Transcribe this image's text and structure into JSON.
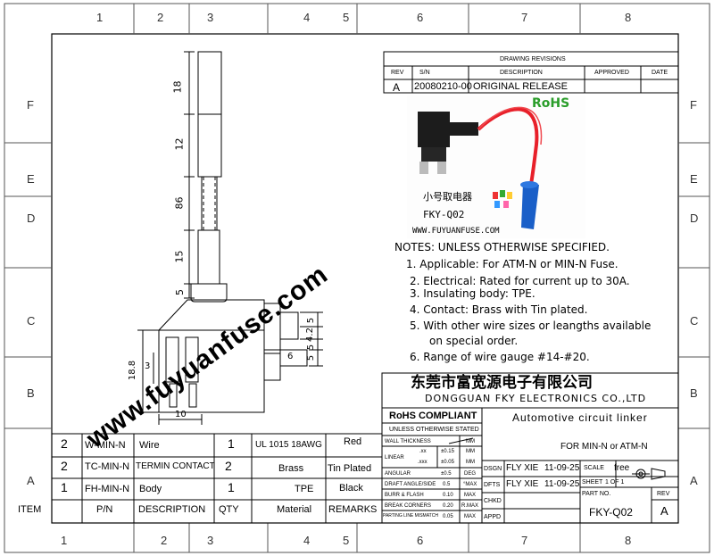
{
  "zones": {
    "columns": [
      "1",
      "2",
      "3",
      "4",
      "5",
      "6",
      "7",
      "8"
    ],
    "rows_left": [
      "F",
      "E",
      "D",
      "C",
      "B",
      "A"
    ],
    "rows_right": [
      "F",
      "E",
      "D",
      "C",
      "B",
      "A"
    ]
  },
  "revisions": {
    "title": "DRAWING REVISIONS",
    "headers": [
      "REV",
      "S/N",
      "DESCRIPTION",
      "APPROVED",
      "DATE"
    ],
    "row": {
      "rev": "A",
      "sn": "20080210-00",
      "description": "ORIGINAL RELEASE",
      "approved": "",
      "date": ""
    }
  },
  "photo": {
    "rohs": "RoHS",
    "cn_label": "小号取电器",
    "model": "FKY-Q02",
    "url": "WWW.FUYUANFUSE.COM"
  },
  "notes": {
    "heading": "NOTES: UNLESS OTHERWISE SPECIFIED.",
    "items": [
      "1.  Applicable: For ATM-N or MIN-N Fuse.",
      "2. Electrical: Rated for current up to 30A.",
      "3. Insulating body: TPE.",
      "4. Contact: Brass with Tin plated.",
      "5. With other wire sizes or leangths available",
      "on special order.",
      "6. Range of wire gauge #14-#20."
    ]
  },
  "drawing": {
    "watermark": "www.fuyuanfuse.com",
    "dims_vertical": [
      "18",
      "12",
      "86",
      "15",
      "5"
    ],
    "dims_right": [
      "5",
      "4.2",
      "5",
      "5"
    ],
    "dim_6": "6",
    "dim_18_8": "18.8",
    "dim_3": "3",
    "dim_10": "10"
  },
  "company": {
    "name_cn": "东莞市富宽源电子有限公司",
    "name_en": "DONGGUAN FKY ELECTRONICS CO.,LTD"
  },
  "title_block": {
    "rohs": "RoHS COMPLIANT",
    "unless": "UNLESS OTHERWISE STATED",
    "product": "Automotive circuit linker",
    "for": "FOR MIN-N or ATM-N",
    "tol": {
      "wall": "WALL THICKNESS",
      "wall_mm": "MM",
      "linear": "LINEAR",
      "xx": ".xx",
      "xx_v": "±0.15",
      "xx_u": "MM",
      "xxx": ".xxx",
      "xxx_v": "±0.05",
      "xxx_u": "MM",
      "angular": "ANGULAR",
      "ang_v": "±0.5",
      "ang_u": "DEG",
      "draft": "DRAFT ANGLE/SIDE",
      "draft_v": "0.5",
      "draft_u": "°MAX",
      "burr": "BURR & FLASH",
      "burr_v": "0.10",
      "burr_u": "MAX",
      "break": "BREAK  CORNERS",
      "break_v": "0.20",
      "break_u": "R.MAX",
      "parting": "PARTING LINE MISMATCH",
      "parting_v": "0.05",
      "parting_u": "MAX"
    },
    "dsgn": "DSGN",
    "dsgn_name": "FLY XIE",
    "dsgn_date": "11-09-25",
    "dfts": "DFTS",
    "dfts_name": "FLY XIE",
    "dfts_date": "11-09-25",
    "chkd": "CHKD",
    "appd": "APPD",
    "scale": "SCALE",
    "scale_v": "free",
    "sheet": "SHEET",
    "sheet_v": "1 OF 1",
    "part_no": "PART NO.",
    "part_no_v": "FKY-Q02",
    "rev": "REV",
    "rev_v": "A"
  },
  "bom": {
    "headers": {
      "item": "ITEM",
      "pn": "P/N",
      "desc": "DESCRIPTION",
      "qty": "QTY",
      "material": "Material",
      "remarks": "REMARKS"
    },
    "rows": [
      {
        "item": "2",
        "pn": "W-MIN-N",
        "desc": "Wire",
        "qty": "1",
        "material": "UL 1015 18AWG",
        "remarks": "Red"
      },
      {
        "item": "2",
        "pn": "TC-MIN-N",
        "desc": "TERMIN CONTACT",
        "qty": "2",
        "material": "Brass",
        "remarks": "Tin Plated"
      },
      {
        "item": "1",
        "pn": "FH-MIN-N",
        "desc": "Body",
        "qty": "1",
        "material": "TPE",
        "remarks": "Black"
      }
    ]
  }
}
